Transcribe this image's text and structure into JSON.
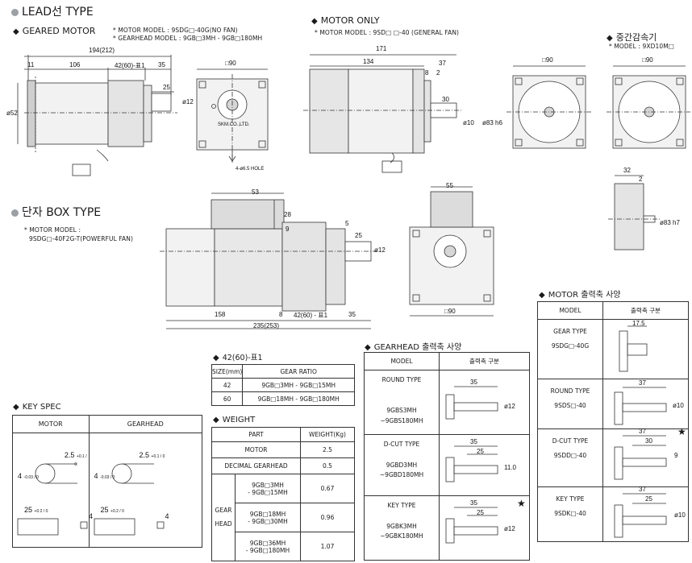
{
  "colors": {
    "line": "#333333",
    "body_fill": "#f2f2f2",
    "dark_fill": "#cfcfcf",
    "bullet": "#9aa0a6"
  },
  "sections": {
    "lead_type": "LEAD선 TYPE",
    "geared_motor": "GEARED MOTOR",
    "geared_notes": [
      "* MOTOR MODEL : 9SDG□-40G(NO FAN)",
      "* GEARHEAD MODEL : 9GB□3MH - 9GB□180MH"
    ],
    "motor_only": "MOTOR ONLY",
    "motor_only_note": "* MOTOR MODEL : 9SD□ □-40 (GENERAL FAN)",
    "controller": "중간감속기",
    "controller_note": "* MODEL : 9XD10M□",
    "box_type": "단자 BOX TYPE",
    "box_notes": [
      "* MOTOR MODEL :",
      "9SDG□-40F2G-T(POWERFUL FAN)"
    ]
  },
  "geared_dims": {
    "overall": "194(212)",
    "d11": "11",
    "d106": "106",
    "d42": "42(60)-표1",
    "d35": "35",
    "d25": "25",
    "phi52": "ø52",
    "phi12": "ø12",
    "sq90": "□90"
  },
  "motor_only_dims": {
    "d171": "171",
    "d134": "134",
    "d37": "37",
    "d8": "8",
    "d2": "2",
    "d30": "30",
    "phi10": "ø10",
    "phi83": "ø83 h6"
  },
  "controller_dims": {
    "sq90a": "□90",
    "sq90b": "□90",
    "d32": "32",
    "d2": "2",
    "phi83": "ø83 h7"
  },
  "box_dims": {
    "d53": "53",
    "d28": "28",
    "d9": "9",
    "d5": "5",
    "d25": "25",
    "phi12": "ø12",
    "d158": "158",
    "d8": "8",
    "d42": "42(60) - 표1",
    "d35": "35",
    "overall": "235(253)",
    "d55": "55",
    "sq90": "□90"
  },
  "drawing_labels": {
    "brand": "SKM.CO.,LTD.",
    "hole": "4-ø6.5 HOLE"
  },
  "ratio_table": {
    "title": "42(60)-표1",
    "headers": [
      "SIZE(mm)",
      "GEAR RATIO"
    ],
    "rows": [
      [
        "42",
        "9GB□3MH - 9GB□15MH"
      ],
      [
        "60",
        "9GB□18MH - 9GB□180MH"
      ]
    ]
  },
  "weight_table": {
    "title": "WEIGHT",
    "headers": [
      "PART",
      "WEIGHT(Kg)"
    ],
    "rows": [
      {
        "part": "MOTOR",
        "weight": "2.5"
      },
      {
        "part": "DECIMAL GEARHEAD",
        "weight": "0.5"
      }
    ],
    "gear_head_label": [
      "GEAR",
      "HEAD"
    ],
    "gear_rows": [
      {
        "models": [
          "9GB□3MH",
          "- 9GB□15MH"
        ],
        "weight": "0.67"
      },
      {
        "models": [
          "9GB□18MH",
          "- 9GB□30MH"
        ],
        "weight": "0.96"
      },
      {
        "models": [
          "9GB□36MH",
          "- 9GB□180MH"
        ],
        "weight": "1.07"
      }
    ]
  },
  "key_spec": {
    "title": "KEY SPEC",
    "headers": [
      "MOTOR",
      "GEARHEAD"
    ],
    "motor": {
      "a": "2.5",
      "a_tol": "+0.1 / 0",
      "b": "4",
      "b_tol": "-0.03 / 0",
      "len": "25",
      "len_tol": "+0.2 / 0",
      "w": "4"
    },
    "gear": {
      "a": "2.5",
      "a_tol": "+0.1 / 0",
      "b": "4",
      "b_tol": "-0.03 / 0",
      "len": "25",
      "len_tol": "+0.2 / 0",
      "w": "4"
    }
  },
  "gearhead_shaft": {
    "title": "GEARHEAD 출력축 사양",
    "headers": [
      "MODEL",
      "출력축 구분"
    ],
    "rows": [
      {
        "type": "ROUND TYPE",
        "models": [
          "9GBS3MH",
          "~9GBS180MH"
        ],
        "dims": [
          "35"
        ],
        "phi": "ø12",
        "star": ""
      },
      {
        "type": "D-CUT TYPE",
        "models": [
          "9GBD3MH",
          "~9GBD180MH"
        ],
        "dims": [
          "35",
          "25"
        ],
        "phi": "11.0",
        "star": ""
      },
      {
        "type": "KEY TYPE",
        "models": [
          "9GBK3MH",
          "~9GBK180MH"
        ],
        "dims": [
          "35",
          "25"
        ],
        "phi": "ø12",
        "star": "★"
      }
    ]
  },
  "motor_shaft": {
    "title": "MOTOR 출력축 사양",
    "headers": [
      "MODEL",
      "출력축 구분"
    ],
    "rows": [
      {
        "type": "GEAR TYPE",
        "model": "9SDG□-40G",
        "dims": [
          "17.5"
        ],
        "phi": "",
        "star": ""
      },
      {
        "type": "ROUND TYPE",
        "model": "9SDS□-40",
        "dims": [
          "37"
        ],
        "phi": "ø10",
        "star": ""
      },
      {
        "type": "D-CUT TYPE",
        "model": "9SDD□-40",
        "dims": [
          "37",
          "30"
        ],
        "phi": "9",
        "star": "★"
      },
      {
        "type": "KEY TYPE",
        "model": "9SDK□-40",
        "dims": [
          "37",
          "25"
        ],
        "phi": "ø10",
        "star": ""
      }
    ]
  }
}
